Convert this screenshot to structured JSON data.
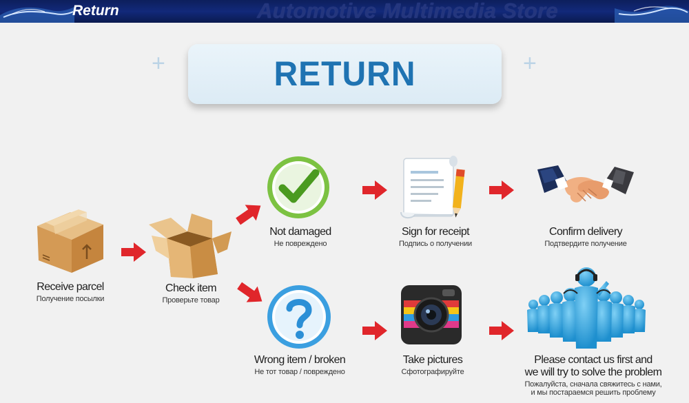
{
  "banner": {
    "title": "Return",
    "store_name": "Automotive Multimedia Store"
  },
  "heading": "RETURN",
  "steps": {
    "receive": {
      "en": "Receive parcel",
      "ru": "Получение посылки"
    },
    "check": {
      "en": "Check item",
      "ru": "Проверьте товар"
    },
    "not_damaged": {
      "en": "Not damaged",
      "ru": "Не повреждено"
    },
    "sign": {
      "en": "Sign for receipt",
      "ru": "Подпись о получении"
    },
    "confirm": {
      "en": "Confirm delivery",
      "ru": "Подтвердите получение"
    },
    "wrong": {
      "en": "Wrong item / broken",
      "ru": "Не тот товар / повреждено"
    },
    "pictures": {
      "en": "Take pictures",
      "ru": "Сфотографируйте"
    },
    "contact": {
      "en_line1": "Please contact us first and",
      "en_line2": "we will try to solve the problem",
      "ru_line1": "Пожалуйста, сначала свяжитесь с нами,",
      "ru_line2": "и мы постараемся решить проблему"
    }
  },
  "colors": {
    "arrow": "#e0262b",
    "heading": "#1f73b2",
    "banner_bg": "#12297a"
  },
  "icons": [
    "parcel-icon",
    "open-box-icon",
    "check-icon",
    "receipt-icon",
    "handshake-icon",
    "question-icon",
    "camera-icon",
    "support-team-icon"
  ]
}
